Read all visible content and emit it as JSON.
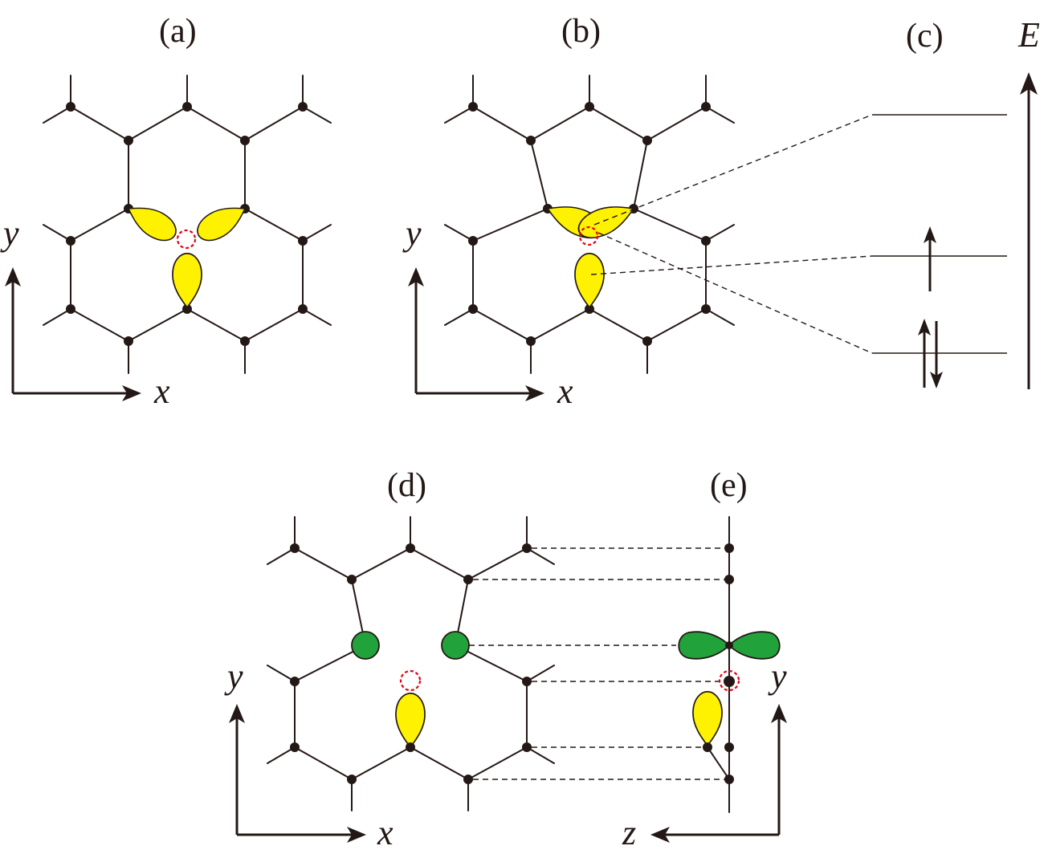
{
  "panels": {
    "a": "(a)",
    "b": "(b)",
    "c": "(c)",
    "d": "(d)",
    "e": "(e)"
  },
  "axes": {
    "x": "x",
    "y": "y",
    "z": "z",
    "energy": "E"
  },
  "colors": {
    "atom": "#231815",
    "bond": "#231815",
    "sp2_lobe": "#fff200",
    "pz_lobe": "#22a23a",
    "vacancy_marker": "#e60012"
  },
  "energy_levels": [
    {
      "occupancy": "empty"
    },
    {
      "occupancy": "spin-up"
    },
    {
      "occupancy": "spin-up-down"
    }
  ]
}
